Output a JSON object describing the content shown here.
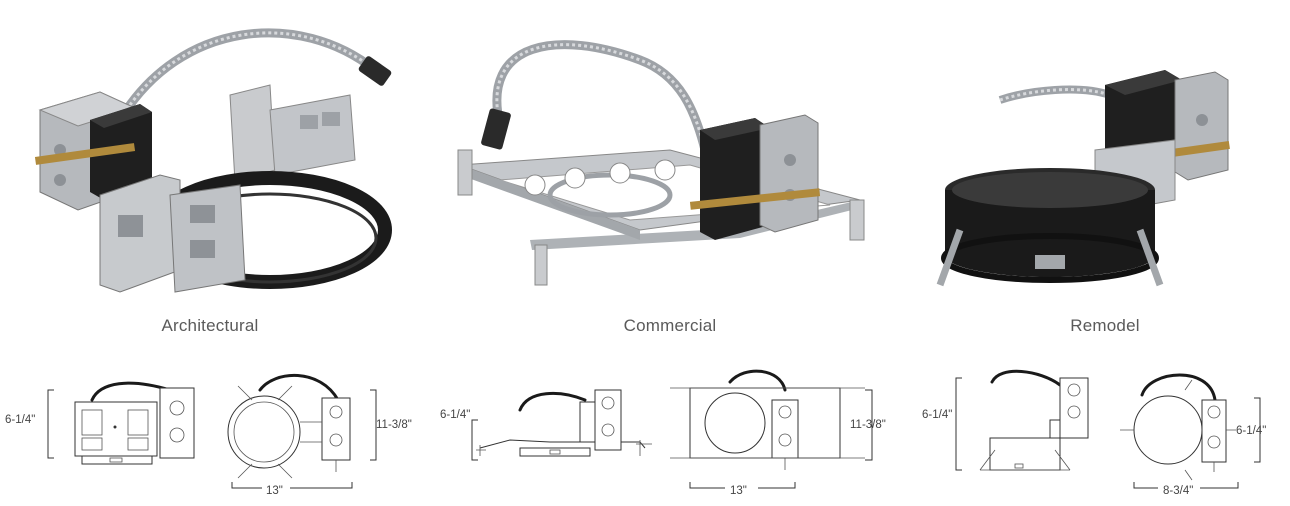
{
  "products": [
    {
      "caption": "Architectural",
      "dimensions": {
        "height": "6-1/4\"",
        "height_right": "11-3/8\"",
        "width": "13\""
      }
    },
    {
      "caption": "Commercial",
      "dimensions": {
        "height": "6-1/4\"",
        "height_right": "11-3/8\"",
        "width": "13\""
      }
    },
    {
      "caption": "Remodel",
      "dimensions": {
        "height": "6-1/4\"",
        "height_right": "6-1/4\"",
        "width": "8-3/4\""
      }
    }
  ],
  "colors": {
    "metal": "#b9bcc0",
    "metal_dark": "#8e9297",
    "black_part": "#1c1c1c",
    "caption_text": "#5a5a5a"
  }
}
